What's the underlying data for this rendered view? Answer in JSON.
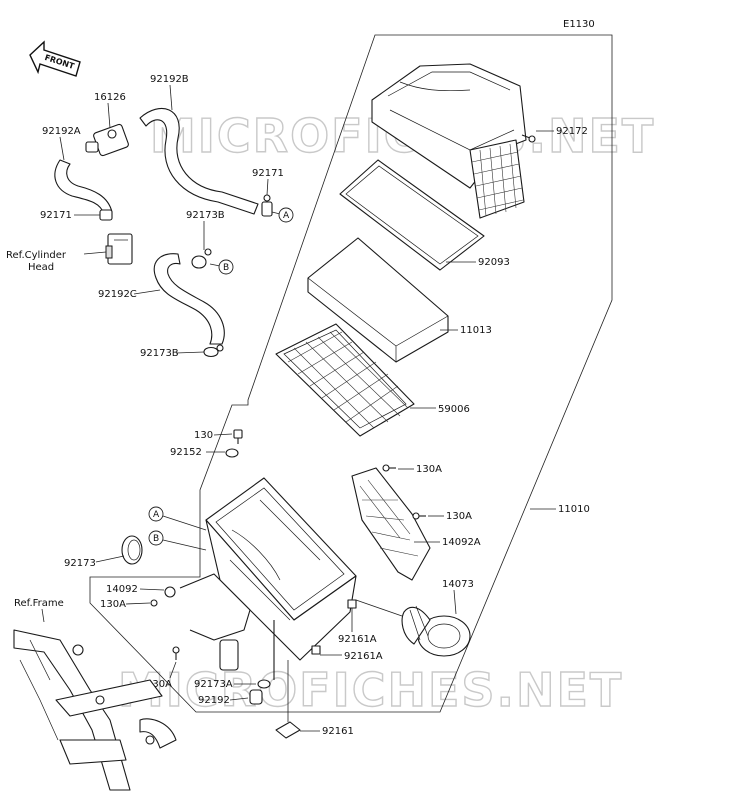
{
  "diagram_code": "E1130",
  "direction_arrow": "FRONT",
  "watermark": "MICROFICHES.NET",
  "ref_cylinder_head": [
    "Ref.Cylinder",
    "Head"
  ],
  "ref_frame": "Ref.Frame",
  "labels": {
    "p16126": "16126",
    "p92192B": "92192B",
    "p92192A": "92192A",
    "p92171a": "92171",
    "p92171b": "92171",
    "p92173B_top": "92173B",
    "p92192C": "92192C",
    "p92173B_bot": "92173B",
    "p92172": "92172",
    "p92093": "92093",
    "p11013": "11013",
    "p59006": "59006",
    "p130_top": "130",
    "p92152": "92152",
    "p130A_1": "130A",
    "p130A_2": "130A",
    "p11010": "11010",
    "p14092A": "14092A",
    "p92173": "92173",
    "p14073": "14073",
    "p14092": "14092",
    "p130A_3": "130A",
    "p92161A_1": "92161A",
    "p92161A_2": "92161A",
    "p130A_4": "130A",
    "p92173A": "92173A",
    "p92192": "92192",
    "p92161": "92161"
  },
  "callouts": {
    "A": "A",
    "B": "B"
  }
}
